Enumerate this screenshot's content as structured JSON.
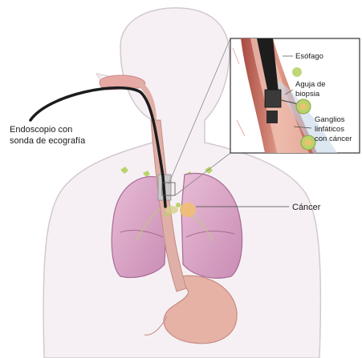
{
  "labels": {
    "endoscope": [
      "Endoscopio con",
      "sonda de ecografía"
    ],
    "cancer": "Cáncer",
    "esophagus": "Esófago",
    "needle": [
      "Aguja de",
      "biopsia"
    ],
    "nodes": [
      "Ganglios",
      "linfáticos",
      "con cáncer"
    ]
  },
  "colors": {
    "skin": "#f6f0f4",
    "outline": "#d4c8d0",
    "lung": "#d9a3c4",
    "lung_dark": "#bf86ab",
    "esophagus": "#e0b0a8",
    "tube": "#1d1d1d",
    "tumor": "#f0c070",
    "node": "#b9d36a",
    "inset_tissue": "#c96b5e"
  }
}
